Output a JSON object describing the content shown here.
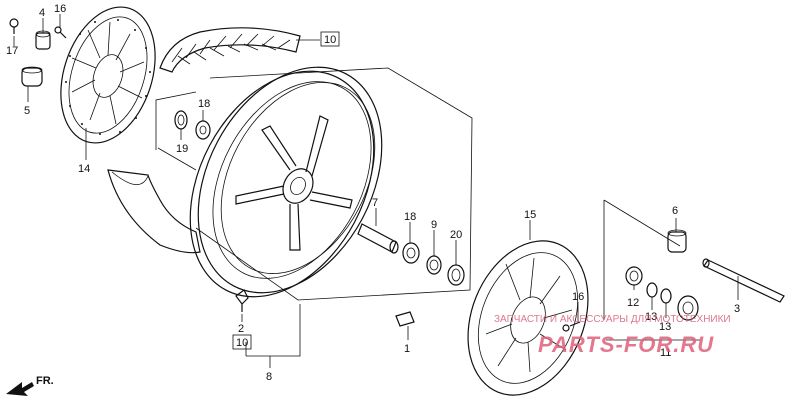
{
  "callouts": {
    "c1": "1",
    "c2": "2",
    "c3": "3",
    "c4": "4",
    "c5": "5",
    "c6": "6",
    "c7": "7",
    "c8": "8",
    "c9": "9",
    "c10a": "10",
    "c10b": "10",
    "c11": "11",
    "c12": "12",
    "c13a": "13",
    "c13b": "13",
    "c14": "14",
    "c15": "15",
    "c16a": "16",
    "c16b": "16",
    "c17": "17",
    "c18a": "18",
    "c18b": "18",
    "c19": "19",
    "c20": "20"
  },
  "direction": "FR.",
  "watermark": {
    "line1": "ЗАПЧАСТИ И АКСЕССУАРЫ ДЛЯ МОТОТЕХНИКИ",
    "line2": "PARTS-FOR.RU"
  }
}
